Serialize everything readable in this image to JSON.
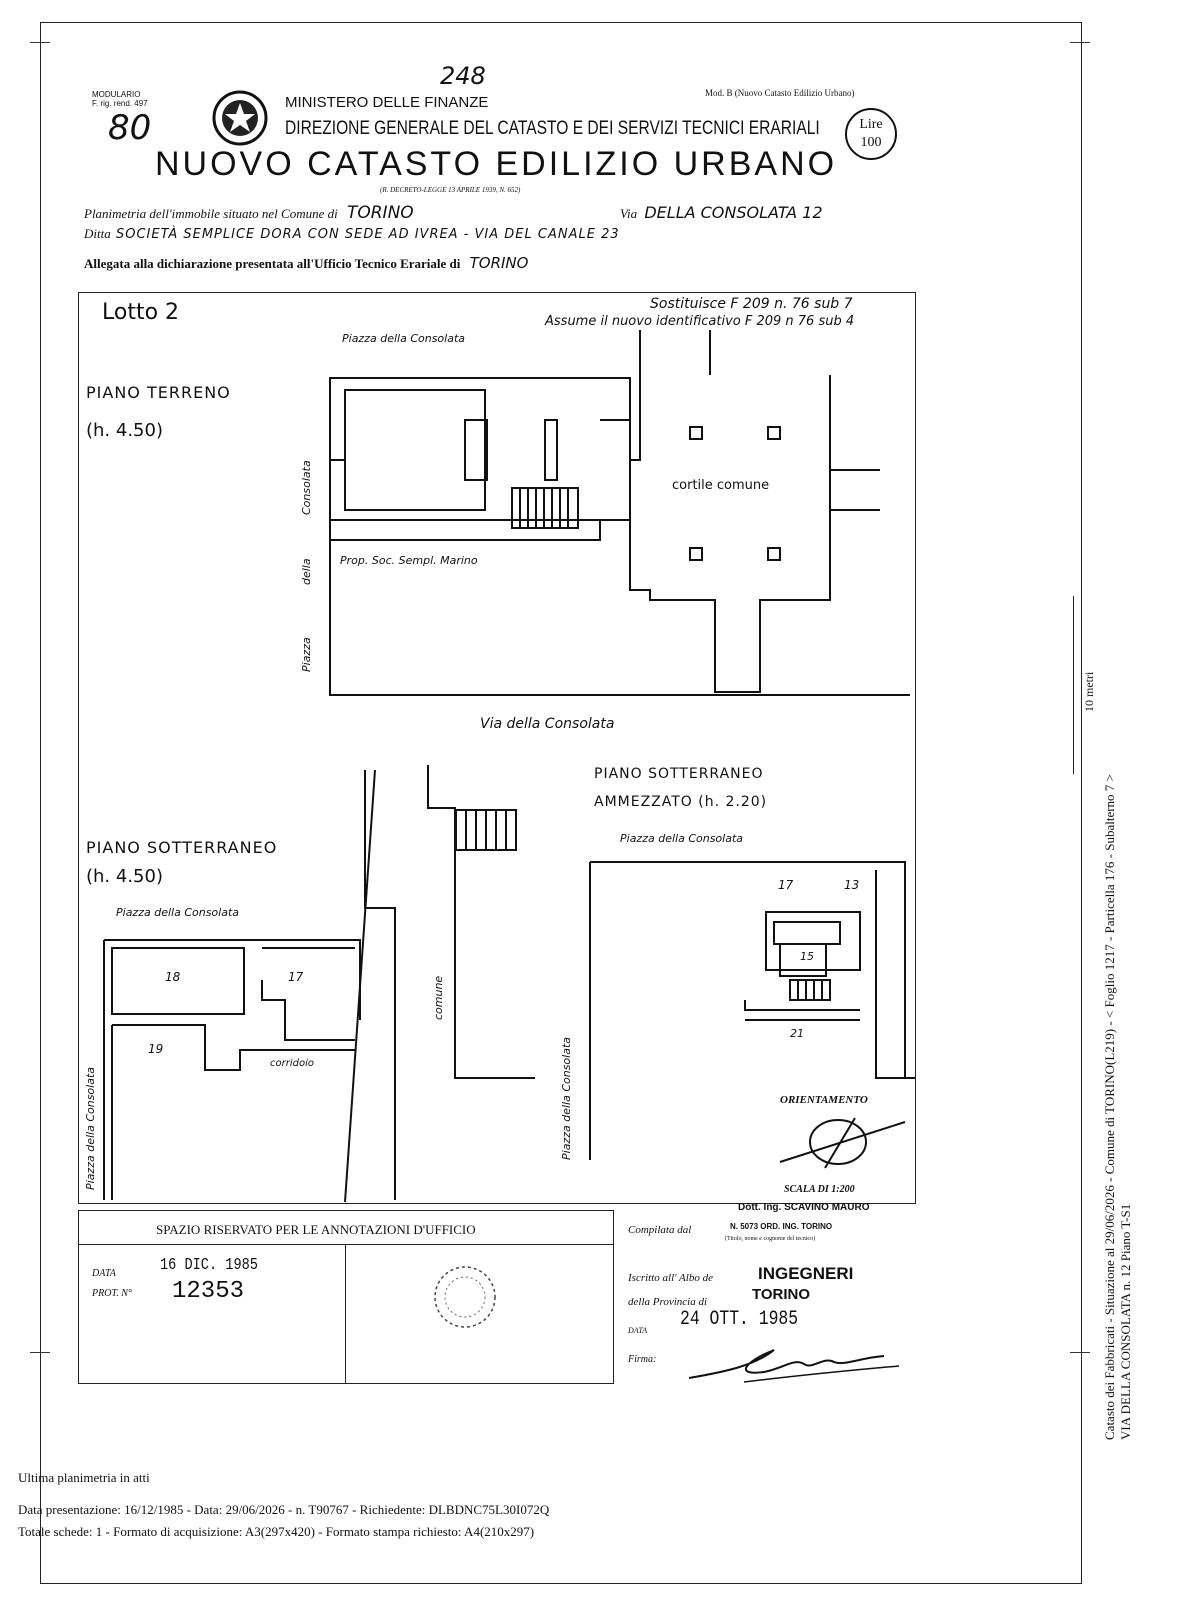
{
  "header": {
    "modulario": "MODULARIO",
    "modulario_code": "F. rig. rend. 497",
    "handwritten_number": "80",
    "handwritten_top": "248",
    "mod_b": "Mod. B (Nuovo Catasto Edilizio Urbano)",
    "ministry": "MINISTERO DELLE FINANZE",
    "direction": "DIREZIONE GENERALE DEL CATASTO E DEI SERVIZI TECNICI ERARIALI",
    "stamp": "Lire 100",
    "title": "NUOVO CATASTO EDILIZIO URBANO",
    "decree": "(R. DECRETO-LEGGE 13 APRILE 1939, N. 652)"
  },
  "form": {
    "line1_prefix": "Planimetria dell'immobile situato nel Comune di",
    "comune": "TORINO",
    "via_label": "Via",
    "via_value": "DELLA CONSOLATA 12",
    "line2_prefix": "Ditta",
    "ditta": "SOCIETÀ SEMPLICE DORA CON SEDE AD IVREA - VIA DEL CANALE 23",
    "line3_prefix": "Allegata alla dichiarazione presentata all'Ufficio Tecnico Erariale di",
    "ufficio": "TORINO"
  },
  "plan": {
    "lotto": "Lotto 2",
    "sostituisce": "Sostituisce F 209 n. 76 sub 7",
    "assume": "Assume il nuovo identificativo F 209 n 76 sub 4",
    "piazza_top": "Piazza della Consolata",
    "piano_terreno": "PIANO TERRENO",
    "piano_terreno_h": "(h. 4.50)",
    "consolata_vert": "Consolata",
    "della_vert": "della",
    "piazza_vert": "Piazza",
    "cortile": "cortile comune",
    "prop": "Prop. Soc. Sempl. Marino",
    "via_bottom": "Via della Consolata",
    "piano_sott_ammezz": "PIANO SOTTERRANEO",
    "ammezzato": "AMMEZZATO (h. 2.20)",
    "piazza_right": "Piazza della Consolata",
    "piano_sott": "PIANO SOTTERRANEO",
    "piano_sott_h": "(h. 4.50)",
    "piazza_left": "Piazza della Consolata",
    "room_18": "18",
    "room_17": "17",
    "room_19": "19",
    "corridoio": "corridoio",
    "comune": "comune",
    "left_vert": "Piazza della Consolata",
    "right_vert": "Piazza della Consolata",
    "room_17b": "17",
    "room_13": "13",
    "room_15": "15",
    "room_21": "21",
    "orientamento": "ORIENTAMENTO",
    "scala": "SCALA DI 1:200"
  },
  "office": {
    "spazio": "SPAZIO RISERVATO PER LE ANNOTAZIONI D'UFFICIO",
    "data_label": "DATA",
    "data_value": "16 DIC. 1985",
    "prot_label": "PROT. N°",
    "prot_value": "12353",
    "compilata": "Compilata dal",
    "engineer": "Dott. Ing. SCAVINO MAURO",
    "engineer_num": "N. 5073 ORD. ING. TORINO",
    "engineer_note": "(Titolo, nome e cognome del tecnico)",
    "iscritto": "Iscritto all' Albo de",
    "albo": "INGEGNERI",
    "provincia": "della Provincia di",
    "provincia_val": "TORINO",
    "data2_label": "DATA",
    "data2_value": "24 OTT. 1985",
    "firma": "Firma:"
  },
  "footer": {
    "ultima": "Ultima planimetria in atti",
    "line1": "Data presentazione: 16/12/1985 - Data: 29/06/2026 - n. T90767 - Richiedente: DLBDNC75L30I072Q",
    "line2": "Totale schede: 1 - Formato di acquisizione: A3(297x420) - Formato stampa richiesto: A4(210x297)",
    "side_text": "Catasto dei Fabbricati - Situazione al 29/06/2026 - Comune di TORINO(L219) - < Foglio 1217 - Particella 176 - Subalterno 7 >",
    "side_text2": "VIA DELLA CONSOLATA n. 12 Piano T-S1",
    "scale_label": "10 metri"
  }
}
